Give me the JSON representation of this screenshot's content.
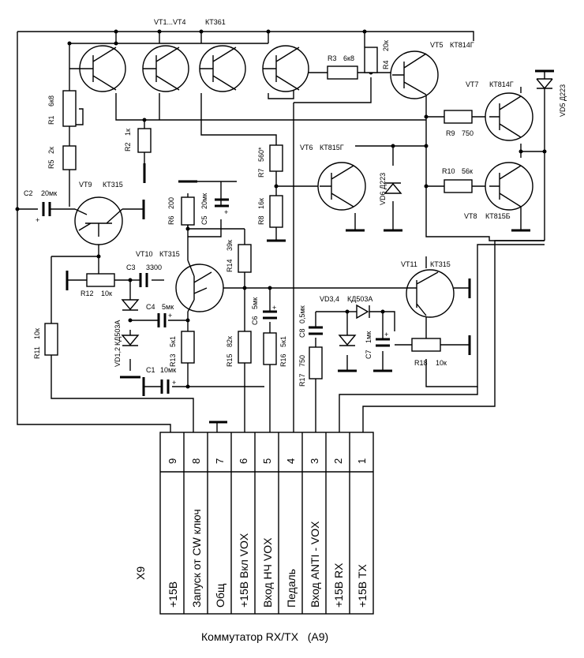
{
  "transistors": [
    {
      "ref": "VT1...VT4",
      "type": "КТ361"
    },
    {
      "ref": "VT5",
      "type": "КТ814Г"
    },
    {
      "ref": "VT6",
      "type": "КТ815Г"
    },
    {
      "ref": "VT7",
      "type": "КТ814Г"
    },
    {
      "ref": "VT8",
      "type": "КТ815Б"
    },
    {
      "ref": "VT9",
      "type": "КТ315"
    },
    {
      "ref": "VT10",
      "type": "КТ315"
    },
    {
      "ref": "VT11",
      "type": "КТ315"
    }
  ],
  "resistors": [
    {
      "ref": "R1",
      "value": "6к8"
    },
    {
      "ref": "R2",
      "value": "1к"
    },
    {
      "ref": "R3",
      "value": "6к8"
    },
    {
      "ref": "R4",
      "value": "20к"
    },
    {
      "ref": "R5",
      "value": "2к"
    },
    {
      "ref": "R6",
      "value": "200"
    },
    {
      "ref": "R7",
      "value": "560*"
    },
    {
      "ref": "R8",
      "value": "16к"
    },
    {
      "ref": "R9",
      "value": "750"
    },
    {
      "ref": "R10",
      "value": "56к"
    },
    {
      "ref": "R11",
      "value": "10к"
    },
    {
      "ref": "R12",
      "value": "10к"
    },
    {
      "ref": "R13",
      "value": "5к1"
    },
    {
      "ref": "R14",
      "value": "39к"
    },
    {
      "ref": "R15",
      "value": "82к"
    },
    {
      "ref": "R16",
      "value": "5к1"
    },
    {
      "ref": "R17",
      "value": "750"
    },
    {
      "ref": "R18",
      "value": "10к"
    }
  ],
  "capacitors": [
    {
      "ref": "C1",
      "value": "10мк"
    },
    {
      "ref": "C2",
      "value": "20мк"
    },
    {
      "ref": "C3",
      "value": "3300"
    },
    {
      "ref": "C4",
      "value": "5мк"
    },
    {
      "ref": "C5",
      "value": "20мк"
    },
    {
      "ref": "C6",
      "value": "5мк"
    },
    {
      "ref": "C7",
      "value": "1мк"
    },
    {
      "ref": "C8",
      "value": "0,5мк"
    }
  ],
  "diodes": [
    {
      "ref": "VD1,2",
      "type": "КД503А"
    },
    {
      "ref": "VD3,4",
      "type": "КД503А"
    },
    {
      "ref": "VD5",
      "type": "Д223"
    },
    {
      "ref": "VD6",
      "type": "Д223"
    }
  ],
  "connector": {
    "ref": "X9",
    "pins": [
      {
        "num": "9",
        "label": "+15В"
      },
      {
        "num": "8",
        "label": "Запуск от CW ключ"
      },
      {
        "num": "7",
        "label": "Общ"
      },
      {
        "num": "6",
        "label": "+15В Вкл VOX"
      },
      {
        "num": "5",
        "label": "Вход НЧ VOX"
      },
      {
        "num": "4",
        "label": "Педаль"
      },
      {
        "num": "3",
        "label": "Вход ANTI - VOX"
      },
      {
        "num": "2",
        "label": "+15В RX"
      },
      {
        "num": "1",
        "label": "+15В TX"
      }
    ]
  },
  "polarity_mark": "+",
  "caption": "Коммутатор RX/TX   (A9)"
}
